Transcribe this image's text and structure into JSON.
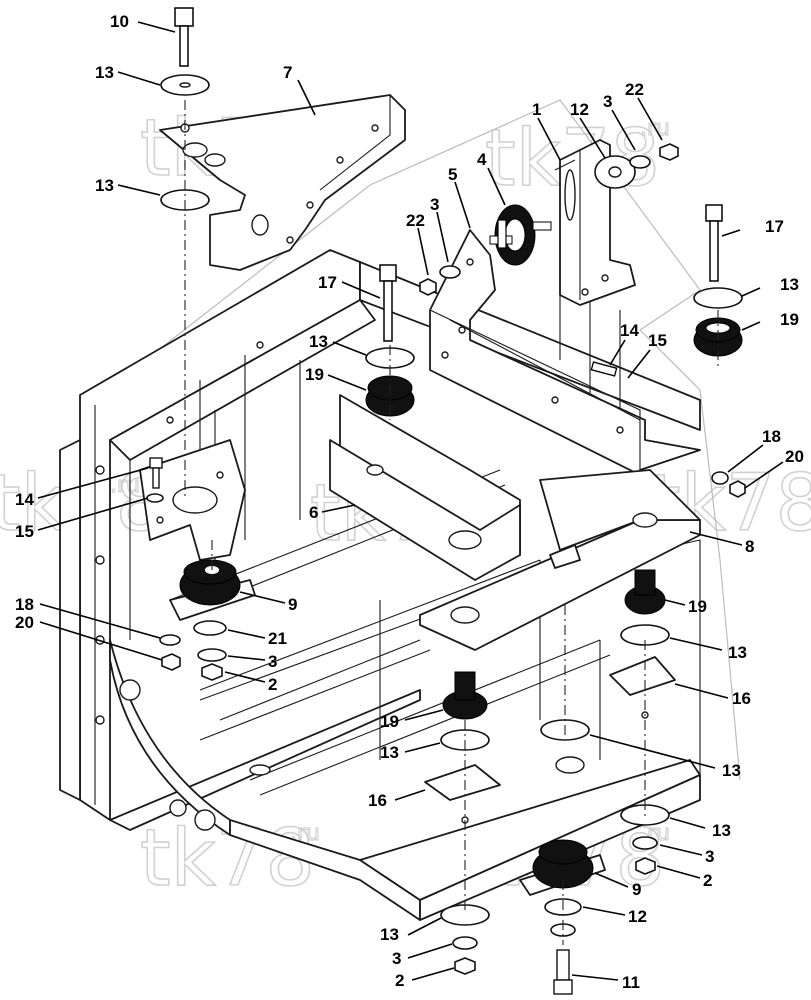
{
  "watermark": {
    "text": "tk78",
    "suffix": ".ru"
  },
  "callouts": {
    "c10": "10",
    "c7": "7",
    "c13a": "13",
    "c13b": "13",
    "c1": "1",
    "c12a": "12",
    "c3a": "3",
    "c22a": "22",
    "c4": "4",
    "c5": "5",
    "c22b": "22",
    "c3b": "3",
    "c17a": "17",
    "c17b": "17",
    "c13c": "13",
    "c13d": "13",
    "c19a": "19",
    "c19b": "19",
    "c14a": "14",
    "c15a": "15",
    "c18a": "18",
    "c20a": "20",
    "c14b": "14",
    "c15b": "15",
    "c6": "6",
    "c8": "8",
    "c9a": "9",
    "c19c": "19",
    "c18b": "18",
    "c20b": "20",
    "c21": "21",
    "c3c": "3",
    "c2a": "2",
    "c13e": "13",
    "c16a": "16",
    "c19d": "19",
    "c13f": "13",
    "c16b": "16",
    "c13g": "13",
    "c13h": "13",
    "c3d": "3",
    "c2b": "2",
    "c9b": "9",
    "c12b": "12",
    "c13i": "13",
    "c3e": "3",
    "c2c": "2",
    "c11": "11"
  }
}
